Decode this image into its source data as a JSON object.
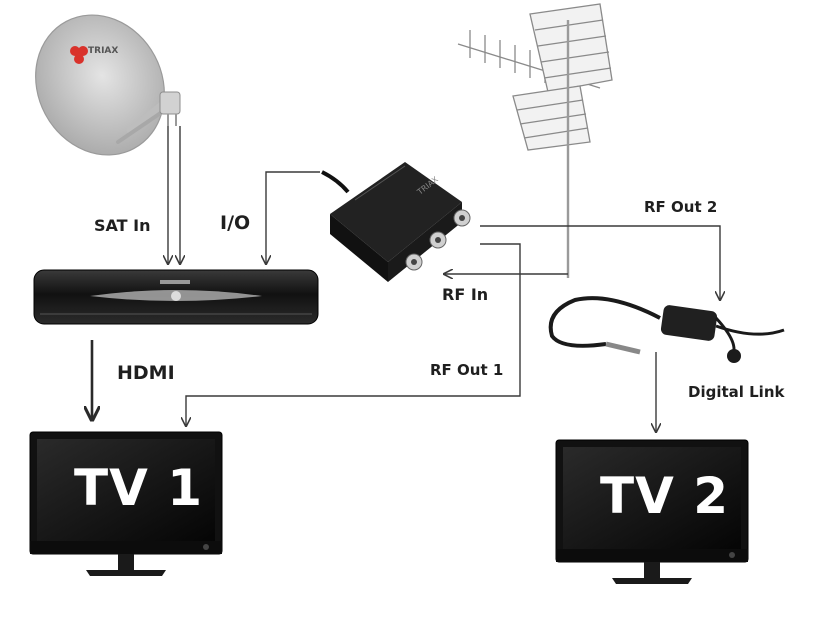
{
  "labels": {
    "sat_in": "SAT In",
    "io": "I/O",
    "hdmi": "HDMI",
    "rf_in": "RF In",
    "rf_out_1": "RF Out 1",
    "rf_out_2": "RF Out 2",
    "digital_link": "Digital Link"
  },
  "devices": {
    "tv1_screen_text": "TV 1",
    "tv2_screen_text": "TV 2",
    "dish_brand": "TRIAX",
    "modulator_brand": "TRIAX"
  },
  "colors": {
    "line": "#3a3a3a",
    "device_dark": "#1b1b1b",
    "dish_grey": "#c9c9c9",
    "dish_logo_red": "#d9322b"
  }
}
